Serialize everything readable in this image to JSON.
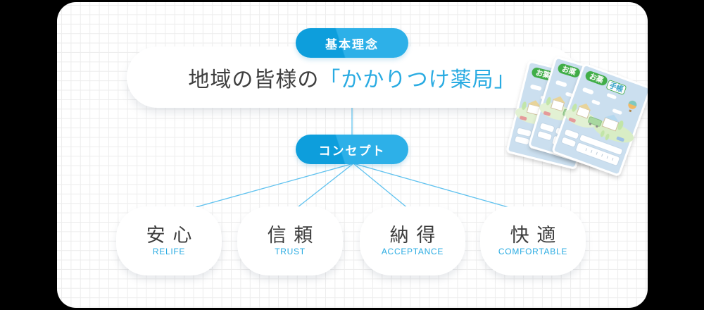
{
  "philosophy": {
    "badge_label": "基本理念",
    "statement_plain": "地域の皆様の",
    "statement_highlight": "「かかりつけ薬局」"
  },
  "concept": {
    "badge_label": "コンセプト",
    "items": [
      {
        "jp": "安心",
        "en": "RELIFE"
      },
      {
        "jp": "信頼",
        "en": "TRUST"
      },
      {
        "jp": "納得",
        "en": "ACCEPTANCE"
      },
      {
        "jp": "快適",
        "en": "COMFORTABLE"
      }
    ]
  },
  "notebook": {
    "badge_text": "お薬",
    "label_text": "手帳"
  },
  "colors": {
    "accent_blue": "#1ca5e0",
    "accent_blue_dark": "#0d9edc",
    "highlight_text": "#29abe2",
    "connector_line": "#5fc2ef",
    "badge_green": "#3fae47",
    "dark_text": "#3f3f3f",
    "grid_line": "#ededed"
  }
}
